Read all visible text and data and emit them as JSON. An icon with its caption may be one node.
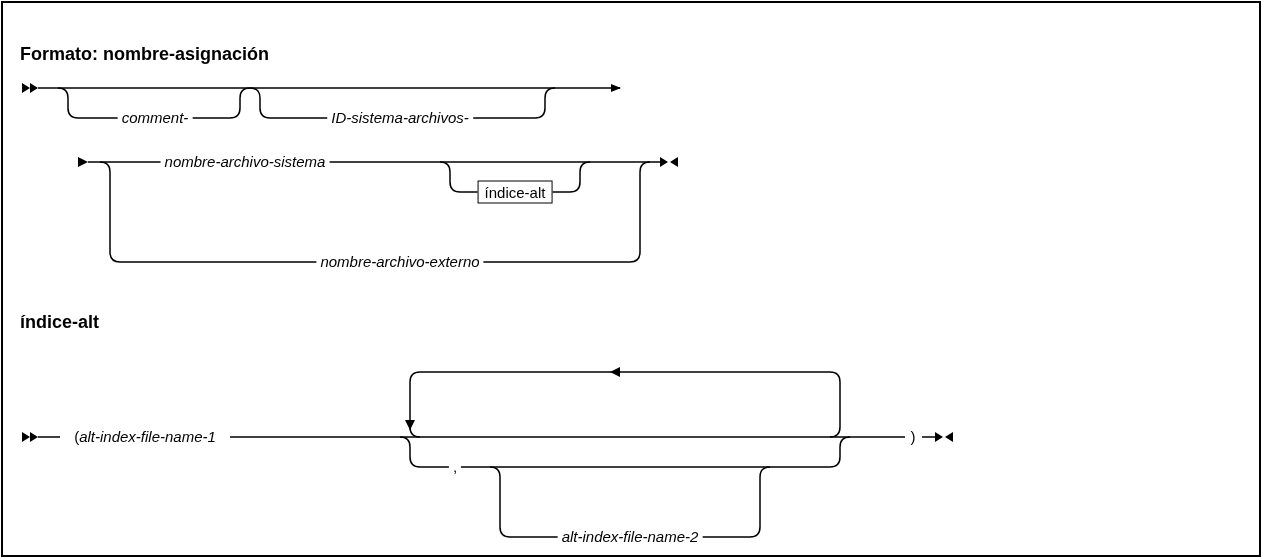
{
  "diagram": {
    "title": "Formato: nombre-asignación",
    "nodes": [
      {
        "text": [
          "índice-alt"
        ]
      }
    ],
    "labels": [
      "comment-",
      "ID-sistema-archivos-",
      "nombre-archivo-sistema",
      "nombre-archivo-externo",
      "índice-alt",
      "(*alt-index-file-name-1*",
      ",",
      "alt-index-file-name-2",
      ")"
    ]
  }
}
